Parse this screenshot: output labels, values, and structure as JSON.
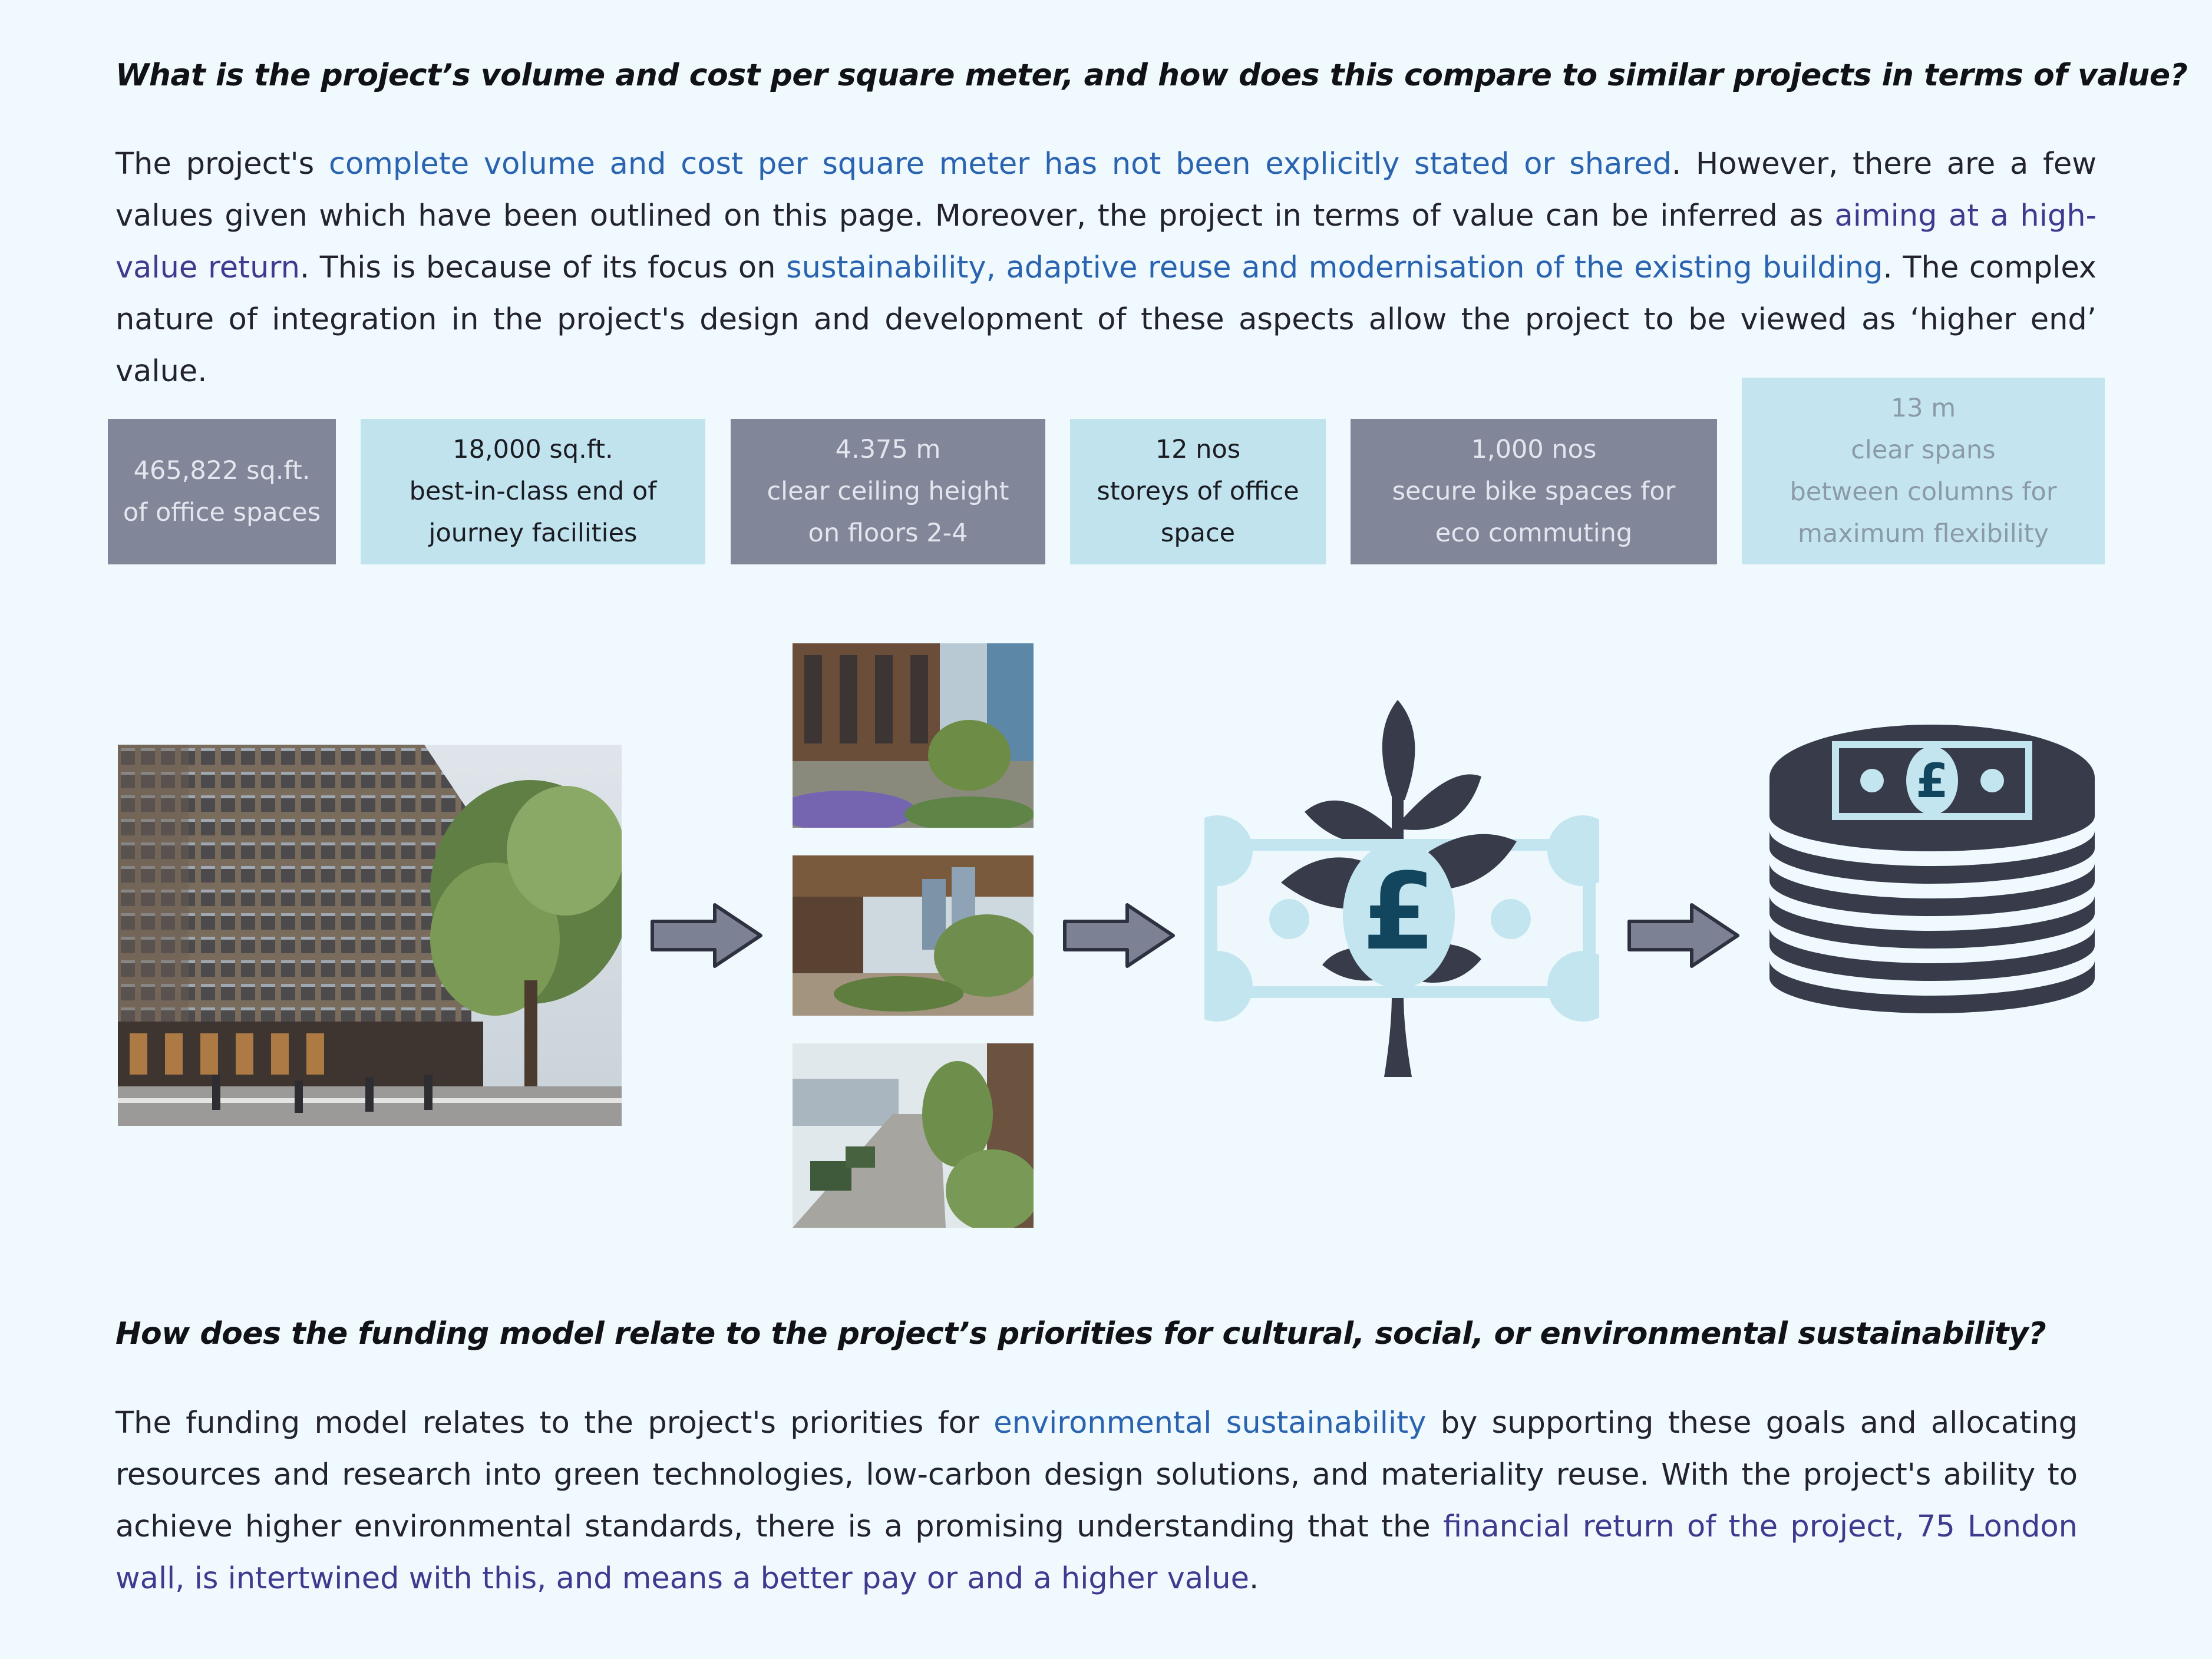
{
  "q1": {
    "text": "What is the project’s volume and cost per square meter, and how does this compare to similar projects in terms of value?"
  },
  "p1": {
    "a": "The project's ",
    "b": "complete volume and cost per square meter has not been explicitly stated or shared",
    "c": ". However, there are a few values given which have been outlined on this page. Moreover, the project in terms of value can be inferred as ",
    "d": "aiming at a high-value return",
    "e": ". This is because of its focus on ",
    "f": "sustainability, adaptive reuse and modernisation of the existing building",
    "g": ". The complex nature of integration in the project's design and development of these aspects allow the project to be viewed as ‘higher end’ value."
  },
  "stats": [
    {
      "l1": "465,822 sq.ft.",
      "l2": "of office spaces",
      "l3": ""
    },
    {
      "l1": "18,000 sq.ft.",
      "l2": "best-in-class end of",
      "l3": "journey facilities"
    },
    {
      "l1": "4.375 m",
      "l2": "clear ceiling height",
      "l3": "on floors 2-4"
    },
    {
      "l1": "12 nos",
      "l2": "storeys of office",
      "l3": "space"
    },
    {
      "l1": "1,000 nos",
      "l2": "secure bike spaces for",
      "l3": "eco commuting"
    },
    {
      "l1": "13 m",
      "l2": "clear spans",
      "l3": "between columns for",
      "l4": "maximum flexibility"
    }
  ],
  "icons": {
    "currency": "£"
  },
  "colors": {
    "background": "#eff9fe",
    "dark_box": "#828699",
    "light_box": "#c0e3ee",
    "icon_dark": "#373b4a",
    "highlight_blue": "#2a63b0",
    "highlight_purple": "#3f3a8e"
  },
  "q2": {
    "text": "How does the funding model relate to the project’s priorities for cultural, social, or environmental sustainability?"
  },
  "p2": {
    "a": "The funding model relates to the project's priorities for ",
    "b": "environmental sustainability",
    "c": " by supporting these goals and allocating resources and research into green technologies, low-carbon design solutions, and materiality reuse. With the project's ability to achieve higher environmental standards, there is a promising understanding that the ",
    "d": "financial return of the project, 75 London wall, is intertwined with this, and means a better pay or and a higher value",
    "e": "."
  }
}
